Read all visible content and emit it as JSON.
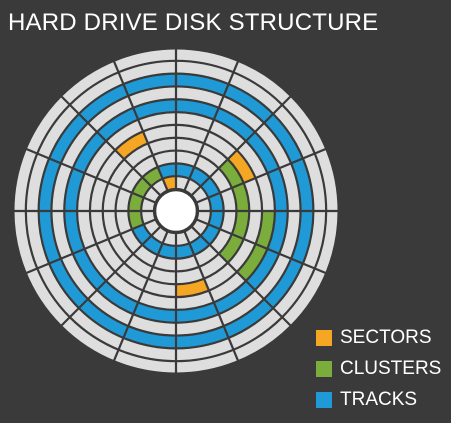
{
  "title": "HARD DRIVE DISK STRUCTURE",
  "colors": {
    "background": "#3a3a3a",
    "platter": "#dedede",
    "gridlines": "#3a3a3a",
    "sector": "#f5a623",
    "cluster": "#7aad3c",
    "track": "#1f9ad6",
    "hub": "#ffffff"
  },
  "disk": {
    "track_count": 11,
    "sector_count": 16,
    "track_rings": [
      1,
      6,
      8
    ]
  },
  "legend": [
    {
      "label": "SECTORS",
      "color": "#f5a623"
    },
    {
      "label": "CLUSTERS",
      "color": "#7aad3c"
    },
    {
      "label": "TRACKS",
      "color": "#1f9ad6"
    }
  ]
}
